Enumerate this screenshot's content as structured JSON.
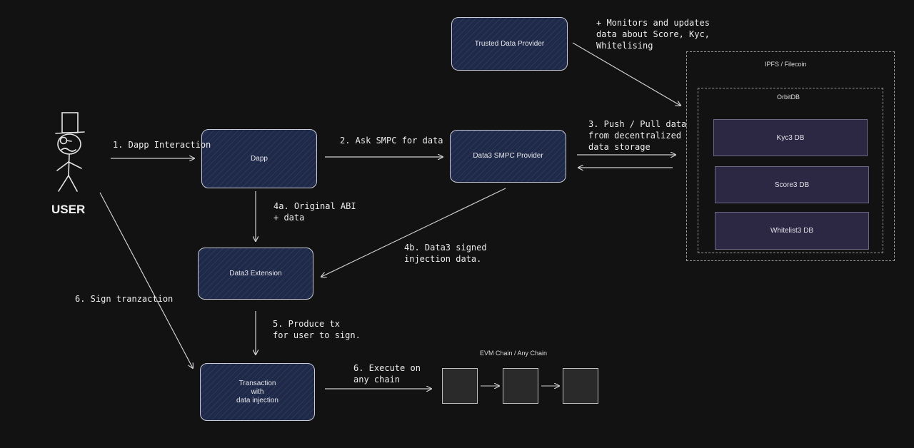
{
  "nodes": {
    "trusted_data_provider": "Trusted Data Provider",
    "dapp": "Dapp",
    "smpc_provider": "Data3 SMPC Provider",
    "extension": "Data3 Extension",
    "transaction_line1": "Transaction",
    "transaction_line2": "with",
    "transaction_line3": "data injection"
  },
  "user": {
    "label": "USER"
  },
  "storage": {
    "outer_label": "IPFS / Filecoin",
    "inner_label": "OrbitDB",
    "databases": [
      "Kyc3 DB",
      "Score3 DB",
      "Whitelist3 DB"
    ]
  },
  "chain_group": {
    "label": "EVM Chain / Any Chain"
  },
  "edges": {
    "dapp_interaction": "1. Dapp Interaction",
    "ask_smpc": "2. Ask SMPC for data",
    "push_pull_1": "3. Push / Pull data",
    "push_pull_2": "from decentralized",
    "push_pull_3": "data storage",
    "original_abi_1": "4a. Original ABI",
    "original_abi_2": "+ data",
    "signed_injection_1": "4b. Data3 signed",
    "signed_injection_2": "injection data.",
    "produce_tx_1": "5. Produce tx",
    "produce_tx_2": "for user to sign.",
    "sign_tx": "6. Sign tranzaction",
    "execute_1": "6. Execute on",
    "execute_2": "any chain"
  },
  "notes": {
    "monitor_1": "+ Monitors and updates",
    "monitor_2": "data about Score, Kyc,",
    "monitor_3": "Whitelising"
  },
  "colors": {
    "background": "#121212",
    "node_fill": "#1f2a4a",
    "db_fill": "#2c2742",
    "line": "#cfcfcf"
  }
}
